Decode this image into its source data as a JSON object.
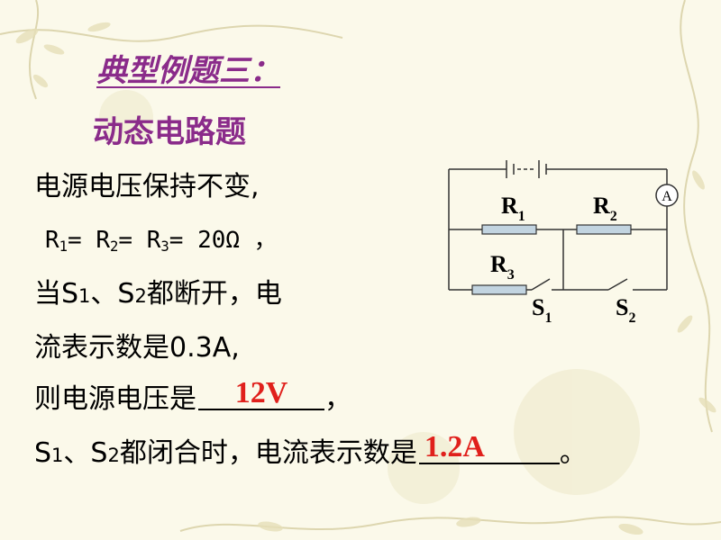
{
  "title": "典型例题三：",
  "subtitle": "动态电路题",
  "text": {
    "line1": "电源电压保持不变,",
    "line2": {
      "r1": "R",
      "s1": "1",
      "eq1": "= R",
      "s2": "2",
      "eq2": "= R",
      "s3": "3",
      "eq3": "= 20Ω ，"
    },
    "line3": {
      "pre": "当S",
      "s1": "1",
      "mid": "、S",
      "s2": "2",
      "post": "都断开，电"
    },
    "line4": "流表示数是0.3A,",
    "line5": {
      "pre": "则电源电压是",
      "answer": "12V",
      "post": "，"
    },
    "line6": {
      "s": "S",
      "s1": "1",
      "mid": "、S",
      "s2": "2",
      "pre": "都闭合时，电流表示数是",
      "answer": "1.2A",
      "post": "。"
    }
  },
  "circuit": {
    "r1_label": "R",
    "r1_sub": "1",
    "r2_label": "R",
    "r2_sub": "2",
    "r3_label": "R",
    "r3_sub": "3",
    "s1_label": "S",
    "s1_sub": "1",
    "s2_label": "S",
    "s2_sub": "2",
    "ammeter_label": "A"
  },
  "colors": {
    "title": "#8a2b8a",
    "answer": "#e0201c",
    "background": "#fbf9ea",
    "resistor_fill": "#c2d4e0"
  }
}
